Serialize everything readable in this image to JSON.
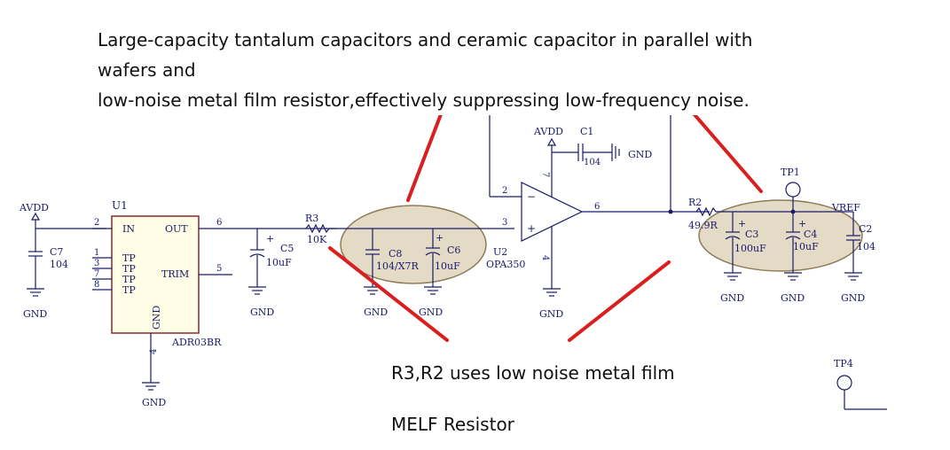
{
  "captions": {
    "top_line1": "Large-capacity tantalum capacitors and ceramic capacitor in parallel with wafers and",
    "top_line2": "low-noise metal film resistor,effectively suppressing low-frequency noise.",
    "bottom": "R3,R2 uses low noise metal film MELF Resistor"
  },
  "schematic": {
    "avdd_left": "AVDD",
    "avdd_top": "AVDD",
    "u1_ref": "U1",
    "u1_part": "ADR03BR",
    "u1_pin_in": "IN",
    "u1_pin_out": "OUT",
    "u1_pin_tp1": "TP",
    "u1_pin_tp2": "TP",
    "u1_pin_tp3": "TP",
    "u1_pin_tp4": "TP",
    "u1_pin_trim": "TRIM",
    "u1_pin_gnd": "GND",
    "u1_pinnum_2": "2",
    "u1_pinnum_6": "6",
    "u1_pinnum_1": "1",
    "u1_pinnum_3": "3",
    "u1_pinnum_7": "7",
    "u1_pinnum_8": "8",
    "u1_pinnum_5": "5",
    "u1_pinnum_4": "4",
    "c7_ref": "C7",
    "c7_val": "104",
    "c5_ref": "C5",
    "c5_val": "10uF",
    "r3_ref": "R3",
    "r3_val": "10K",
    "c8_ref": "C8",
    "c8_val": "104/X7R",
    "c6_ref": "C6",
    "c6_val": "10uF",
    "u2_ref": "U2",
    "u2_part": "OPA350",
    "u2_pin3": "3",
    "u2_pin2": "2",
    "u2_pin6": "6",
    "u2_pin7": "7",
    "u2_pin4": "4",
    "c1_ref": "C1",
    "c1_val": "104",
    "c1_gnd": "GND",
    "r2_ref": "R2",
    "r2_val": "49.9R",
    "tp1": "TP1",
    "tp4": "TP4",
    "c3_ref": "C3",
    "c3_val": "100uF",
    "c4_ref": "C4",
    "c4_val": "10uF",
    "c2_ref": "C2",
    "c2_val": "104",
    "vref": "VREF",
    "gnd": "GND"
  },
  "colors": {
    "wire": "#1a1a6a",
    "highlight": "#d9cfb2",
    "arrow": "#d91f1f"
  }
}
